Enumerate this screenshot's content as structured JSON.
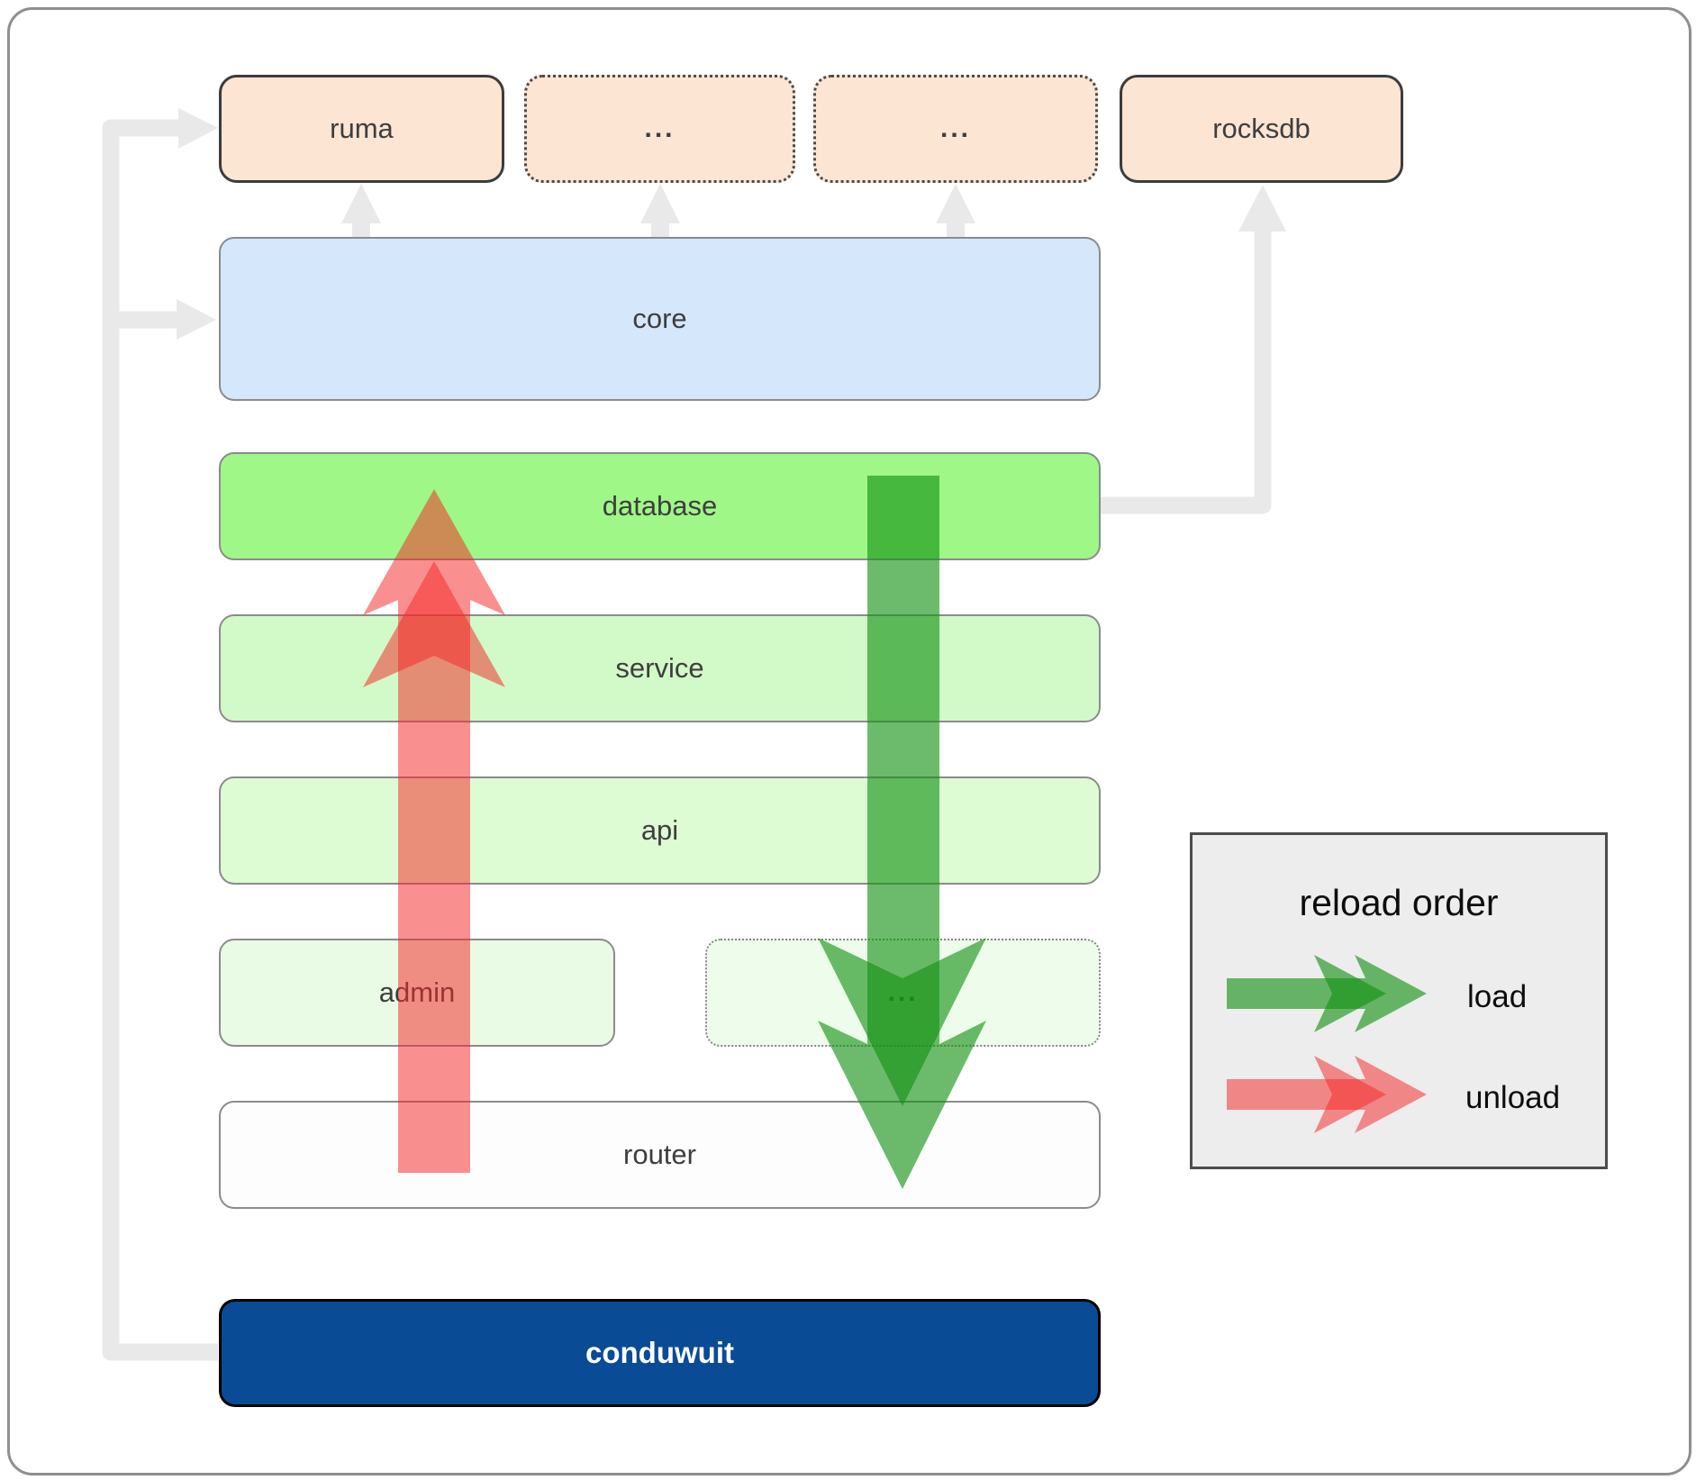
{
  "nodes": {
    "ruma": "ruma",
    "ellipsis": "...",
    "rocksdb": "rocksdb",
    "core": "core",
    "database": "database",
    "service": "service",
    "api": "api",
    "admin": "admin",
    "router": "router",
    "app": "conduwuit"
  },
  "legend": {
    "title": "reload order",
    "load_label": "load",
    "unload_label": "unload"
  },
  "colors": {
    "peach_fill": "#fce5d3",
    "core_fill": "#d5e7fa",
    "database_fill": "#9ff787",
    "service_fill": "#d2fac8",
    "api_fill": "#ddfcd4",
    "admin_fill": "#e9fbe5",
    "admin_ellipsis_fill": "#eefcec",
    "router_fill": "#fdfdfe",
    "app_fill": "#0a4b96",
    "legend_fill": "#ededed",
    "connector_gray": "#e9e9e9",
    "load_green": "#129212",
    "unload_red": "#f52828"
  }
}
